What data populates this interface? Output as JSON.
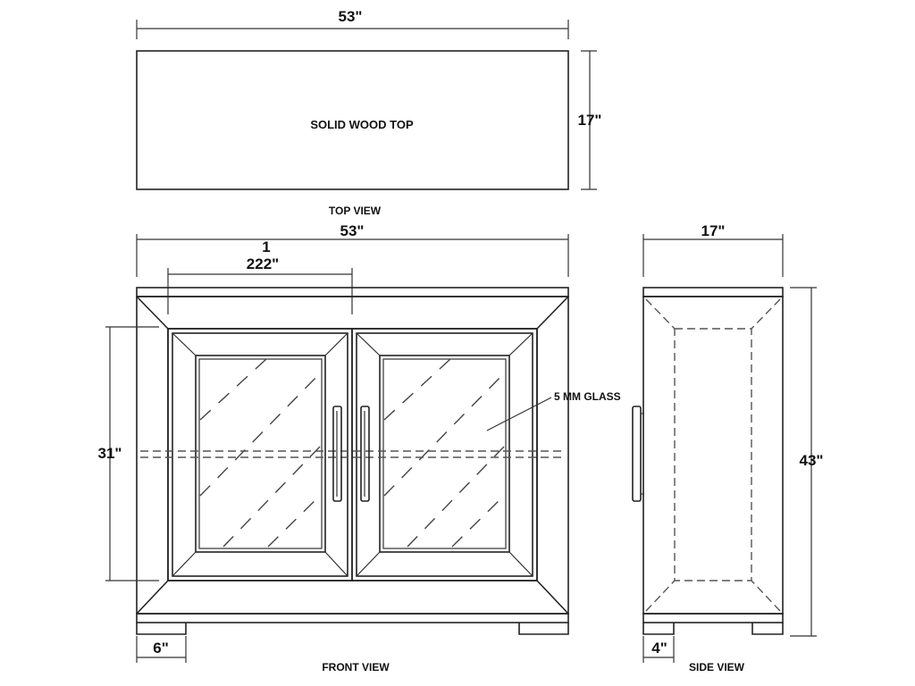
{
  "top_view": {
    "width_dim": "53\"",
    "depth_dim": "17\"",
    "top_label": "SOLID WOOD TOP",
    "view_label": "TOP  VIEW"
  },
  "front_view": {
    "width_dim": "53\"",
    "door_dim_line1": "1",
    "door_dim_line2": "222\"",
    "height_dim": "31\"",
    "foot_dim": "6\"",
    "glass_label": "5 MM GLASS",
    "view_label": "FRONT  VIEW"
  },
  "side_view": {
    "depth_dim": "17\"",
    "height_dim": "43\"",
    "foot_dim": "4\"",
    "view_label": "SIDE  VIEW"
  }
}
